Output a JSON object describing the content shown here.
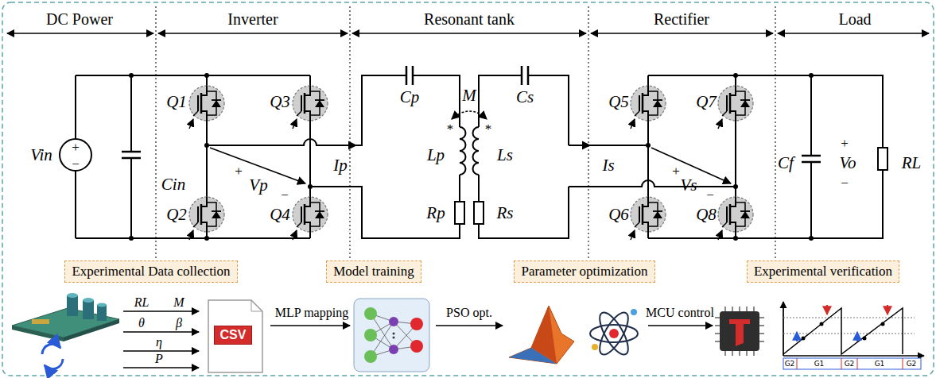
{
  "diagram": {
    "nodes": [
      {
        "text": [
          "Experimental Data collection"
        ]
      },
      {
        "text": [
          "Model training"
        ]
      },
      {
        "text": [
          "Parameter optimization"
        ]
      },
      {
        "text": [
          "Experimental verification"
        ]
      },
      {
        "text": [
          "CSV"
        ]
      }
    ],
    "labels": [
      "DC Power",
      "Inverter",
      "Resonant tank",
      "Rectifier",
      "Load",
      "Vin",
      "+",
      "−",
      "Cin",
      "Q1",
      "Q3",
      "+",
      "Vp",
      "−",
      "Ip",
      "Q2",
      "Q4",
      "Cp",
      "M",
      "*",
      "*",
      "Lp",
      "Rp",
      "Cs",
      "Ls",
      "Rs",
      "Is",
      "Q5",
      "Q7",
      "Q6",
      "Q8",
      "+",
      "Vs",
      "−",
      "Cf",
      "+",
      "Vo",
      "−",
      "RL",
      "RL",
      "M",
      "θ",
      "β",
      "η",
      "P",
      "MLP mapping",
      "PSO opt.",
      "MCU control",
      "G2",
      "G1",
      "G2",
      "G1",
      "G2"
    ]
  }
}
